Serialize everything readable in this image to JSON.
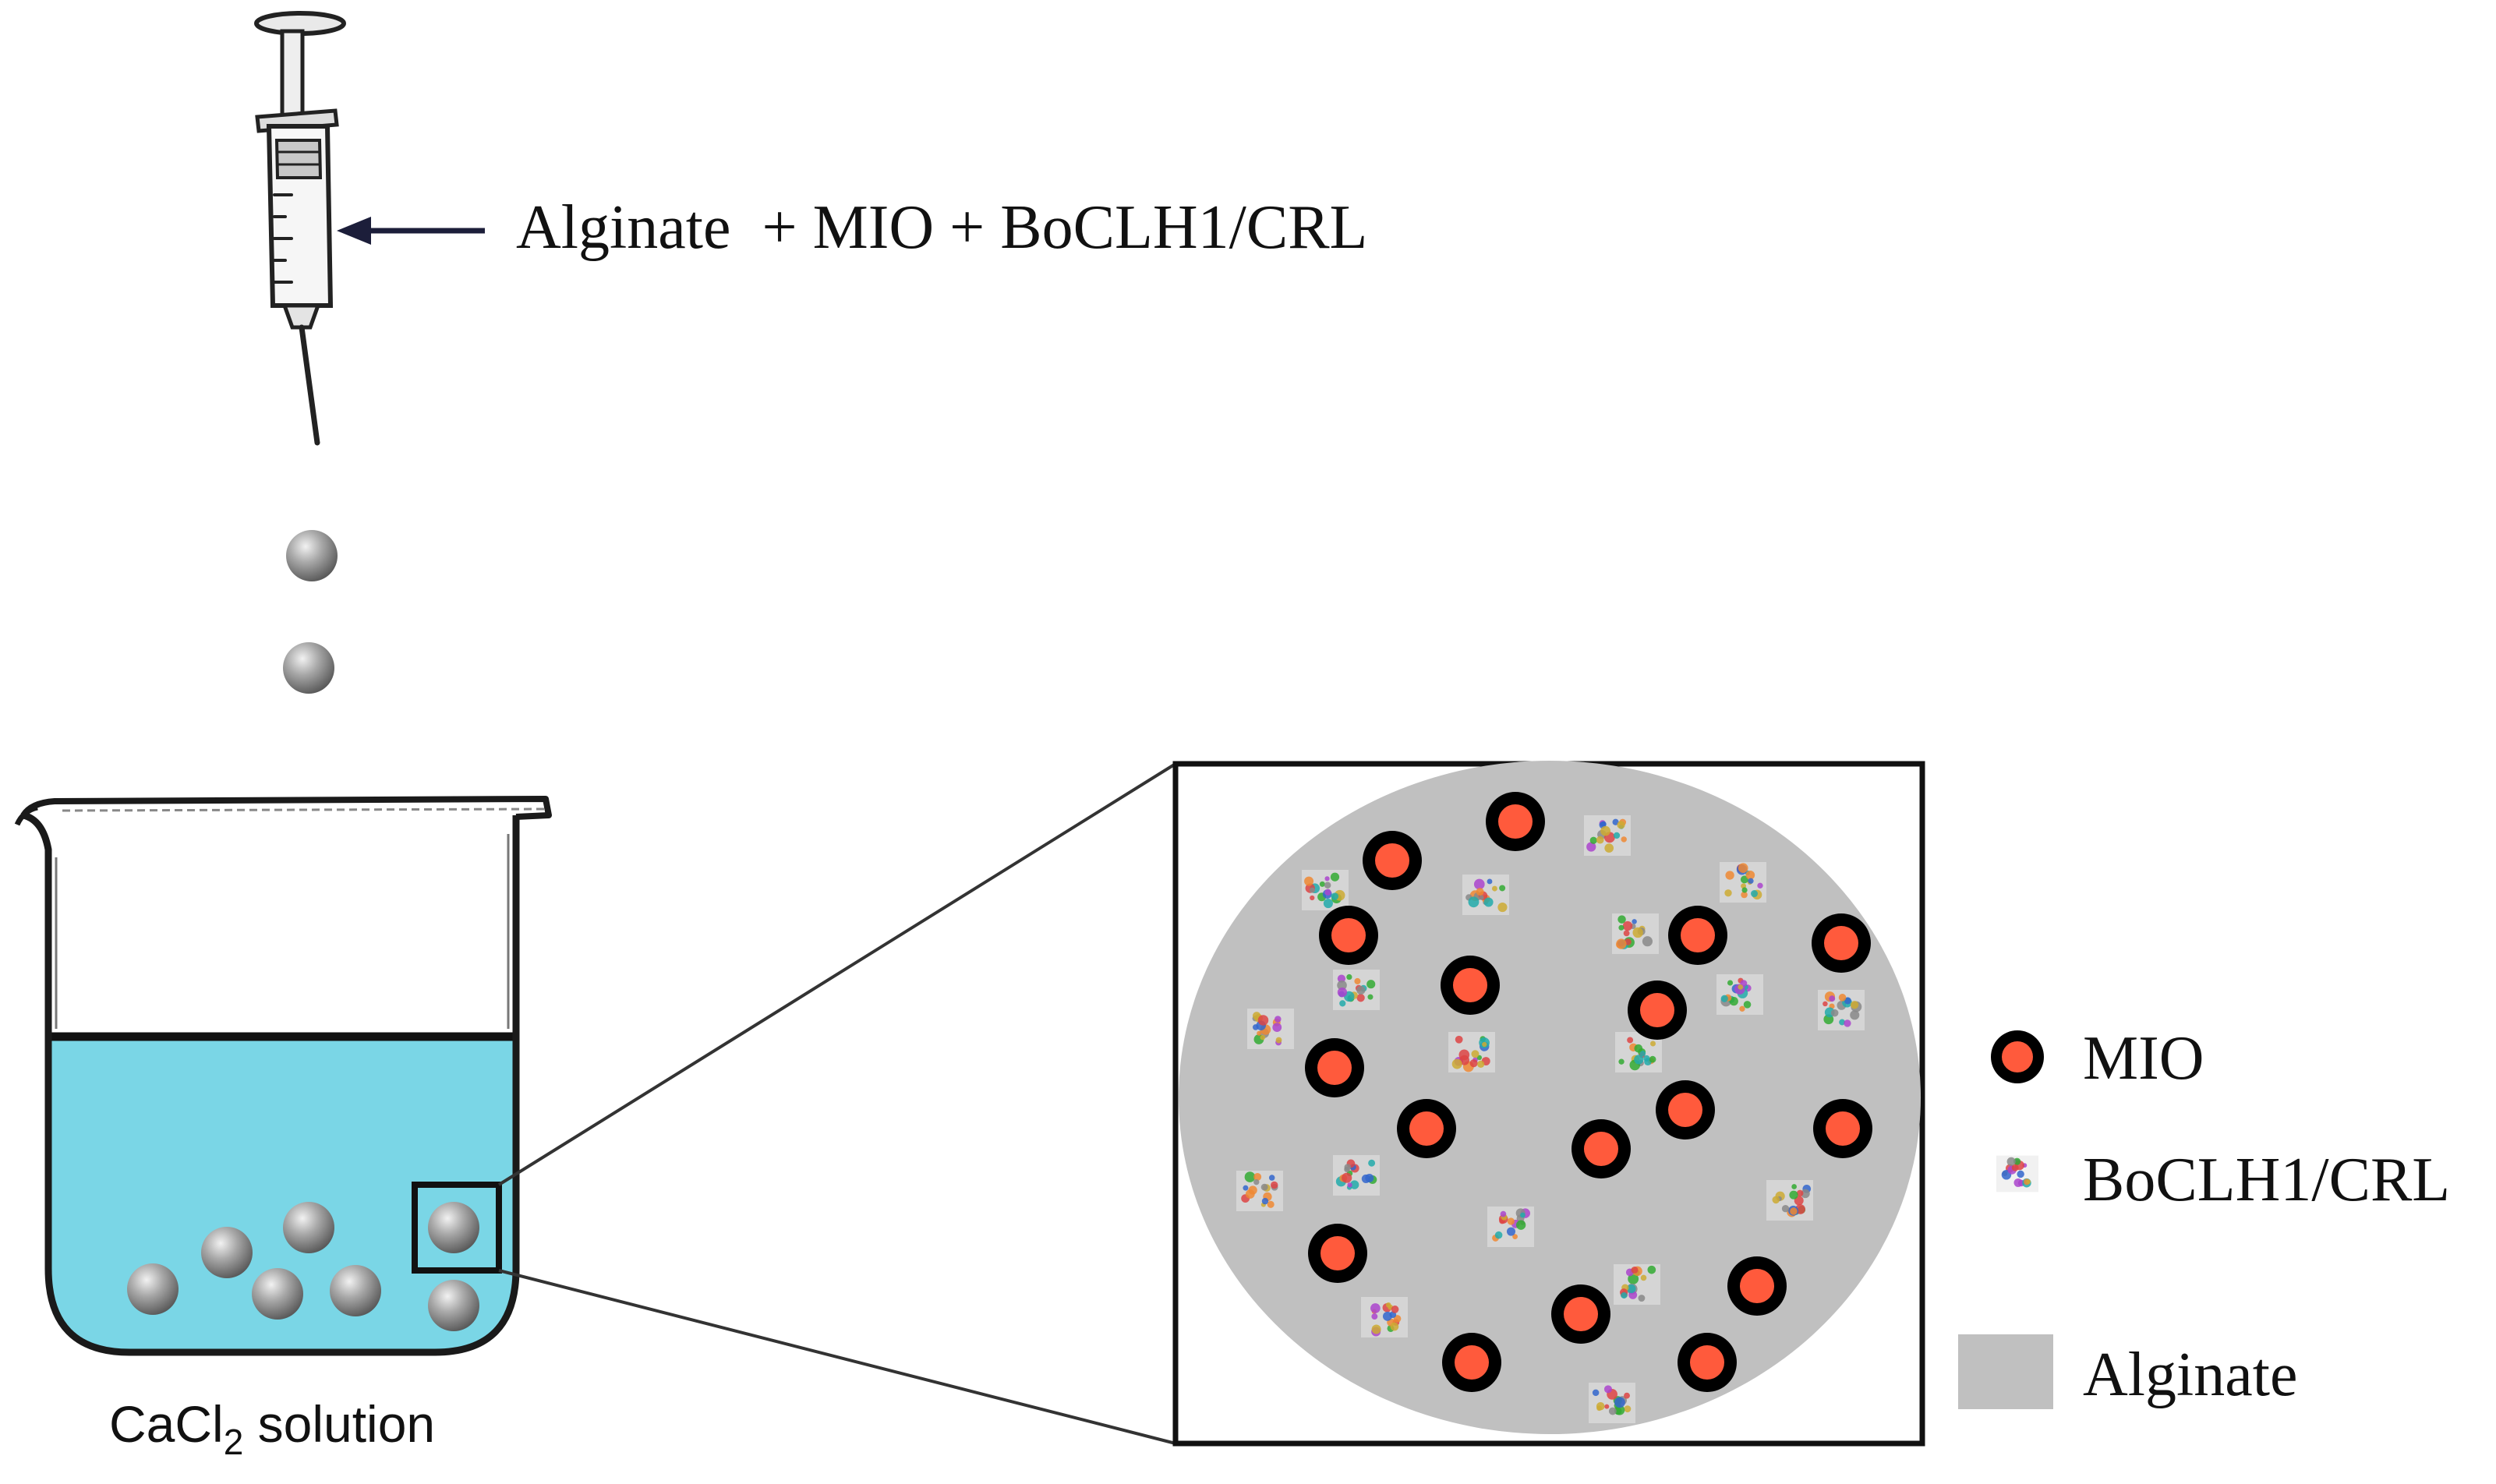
{
  "syringe_label": "Alginate  + MIO + BoCLH1/CRL",
  "beaker_label": {
    "main": "CaCl",
    "subscript": "2",
    "suffix": " solution"
  },
  "legend": [
    {
      "icon": "mio-particle-icon",
      "label": "MIO"
    },
    {
      "icon": "enzyme-cluster-icon",
      "label": "BoCLH1/CRL"
    },
    {
      "icon": "alginate-swatch-icon",
      "label": "Alginate"
    }
  ],
  "colors": {
    "solution": "#7ad6e6",
    "alginate": "#c0c0c0",
    "mio_core": "#ff5a3c",
    "mio_ring": "#000000",
    "bead": "#9a9a9a"
  }
}
